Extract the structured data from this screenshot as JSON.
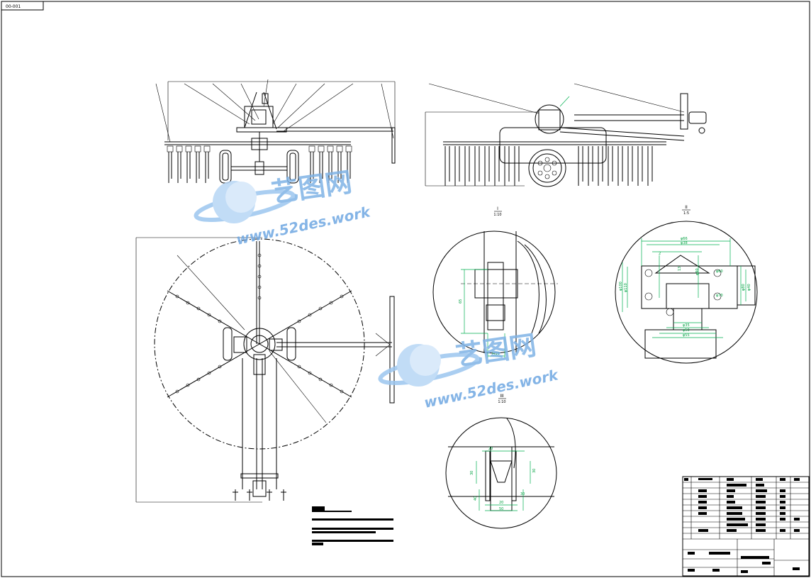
{
  "drawing_number": "00-001",
  "watermark": {
    "brand": "艺图网",
    "url": "www.52des.work",
    "color": "#7fb3e6"
  },
  "section_labels": {
    "view_i": {
      "name": "I",
      "scale": "1:10"
    },
    "view_ii": {
      "name": "II",
      "scale": "1:5"
    },
    "view_iii": {
      "name": "III",
      "scale": "1:10"
    }
  },
  "dimensions": {
    "view_i": [
      "65",
      "M16"
    ],
    "view_ii": [
      "φ66",
      "φ38",
      "2",
      "13",
      "φ90",
      "φ100",
      "φ110",
      "φ80",
      "φ40",
      "φ35",
      "φ50",
      "φ55",
      "φ60",
      "φ70"
    ],
    "view_iii": [
      "20",
      "30",
      "30",
      "40",
      "30",
      "20",
      "50"
    ]
  },
  "colors": {
    "line": "#000000",
    "dimension": "#00a040"
  }
}
